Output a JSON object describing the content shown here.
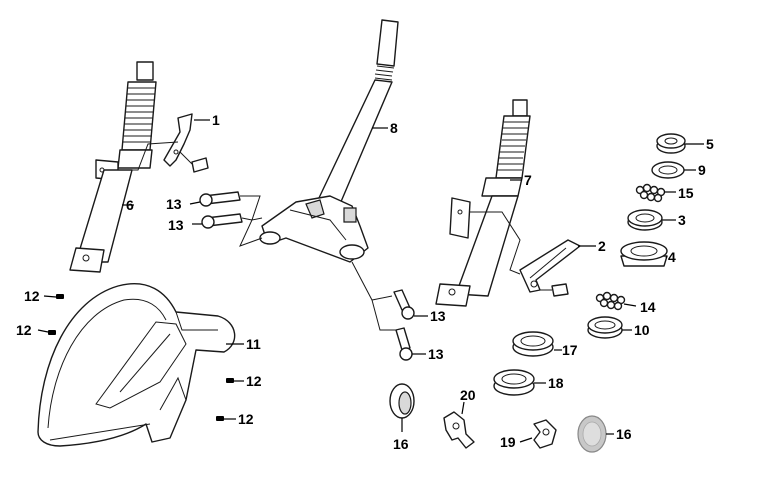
{
  "callouts": [
    {
      "id": "c1",
      "label": "1"
    },
    {
      "id": "c2",
      "label": "2"
    },
    {
      "id": "c3",
      "label": "3"
    },
    {
      "id": "c4",
      "label": "4"
    },
    {
      "id": "c5",
      "label": "5"
    },
    {
      "id": "c6",
      "label": "6"
    },
    {
      "id": "c7",
      "label": "7"
    },
    {
      "id": "c8",
      "label": "8"
    },
    {
      "id": "c9",
      "label": "9"
    },
    {
      "id": "c10",
      "label": "10"
    },
    {
      "id": "c11",
      "label": "11"
    },
    {
      "id": "c12a",
      "label": "12"
    },
    {
      "id": "c12b",
      "label": "12"
    },
    {
      "id": "c12c",
      "label": "12"
    },
    {
      "id": "c12d",
      "label": "12"
    },
    {
      "id": "c13a",
      "label": "13"
    },
    {
      "id": "c13b",
      "label": "13"
    },
    {
      "id": "c13c",
      "label": "13"
    },
    {
      "id": "c13d",
      "label": "13"
    },
    {
      "id": "c14",
      "label": "14"
    },
    {
      "id": "c15",
      "label": "15"
    },
    {
      "id": "c16a",
      "label": "16"
    },
    {
      "id": "c16b",
      "label": "16"
    },
    {
      "id": "c17",
      "label": "17"
    },
    {
      "id": "c18",
      "label": "18"
    },
    {
      "id": "c19",
      "label": "19"
    },
    {
      "id": "c20",
      "label": "20"
    }
  ]
}
